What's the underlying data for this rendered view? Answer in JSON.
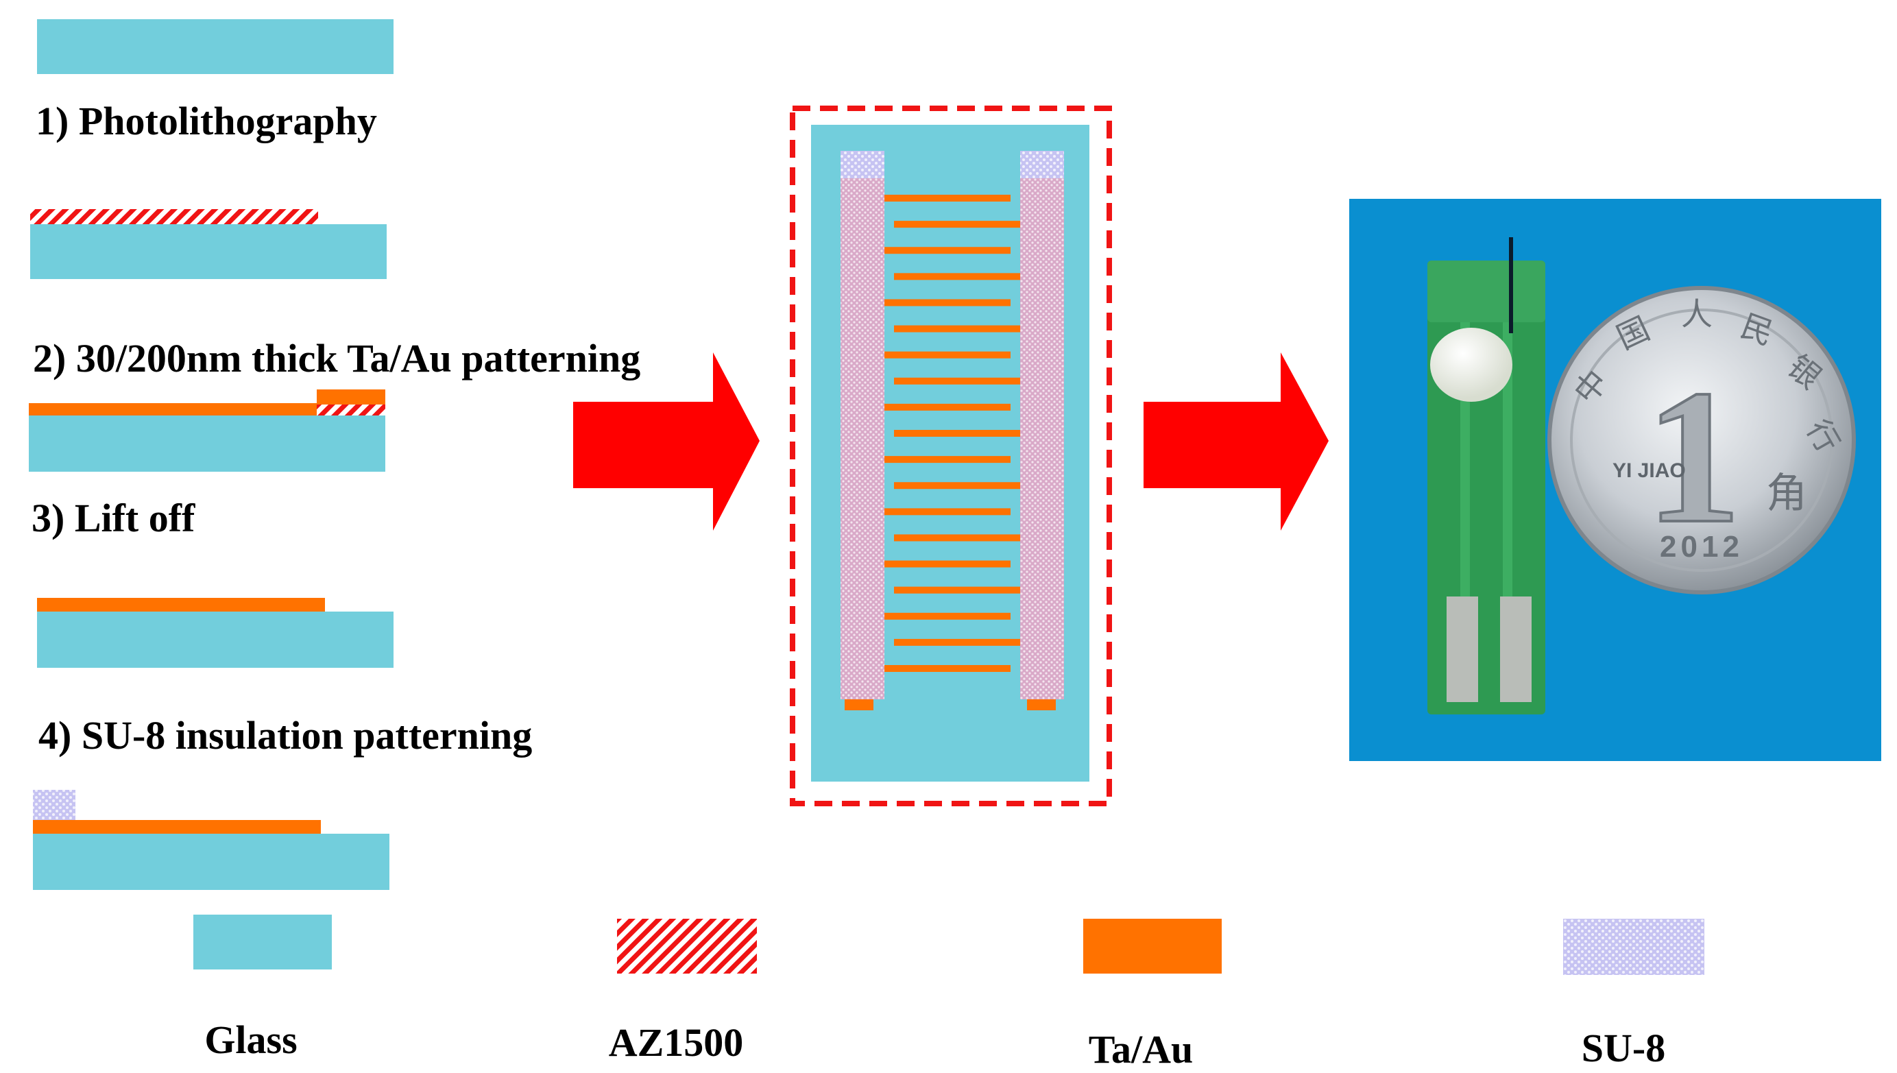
{
  "steps": [
    {
      "label": "1) Photolithography"
    },
    {
      "label": "2) 30/200nm thick Ta/Au patterning"
    },
    {
      "label": "3) Lift off"
    },
    {
      "label": "4) SU-8 insulation patterning"
    }
  ],
  "legend": [
    {
      "label": "Glass",
      "swatch": "glass"
    },
    {
      "label": "AZ1500",
      "swatch": "az1500"
    },
    {
      "label": "Ta/Au",
      "swatch": "taau"
    },
    {
      "label": "SU-8",
      "swatch": "su8"
    }
  ],
  "electrode": {
    "finger_count": 19
  },
  "photo": {
    "coin_glyphs": [
      "中",
      "国",
      "人",
      "民",
      "银",
      "行"
    ],
    "coin_denomination": "1",
    "coin_pinyin": "YI JIAO",
    "coin_unit": "角",
    "coin_year": "2012"
  },
  "colors": {
    "glass": "#72CEDC",
    "taau": "#FF7200",
    "az1500": "#F01414",
    "su8": "#C6C3F2",
    "arrow": "#FF0000",
    "highlight_box": "#F01414",
    "photo_bg": "#0A8FD0",
    "pcb": "#2E9A52"
  }
}
